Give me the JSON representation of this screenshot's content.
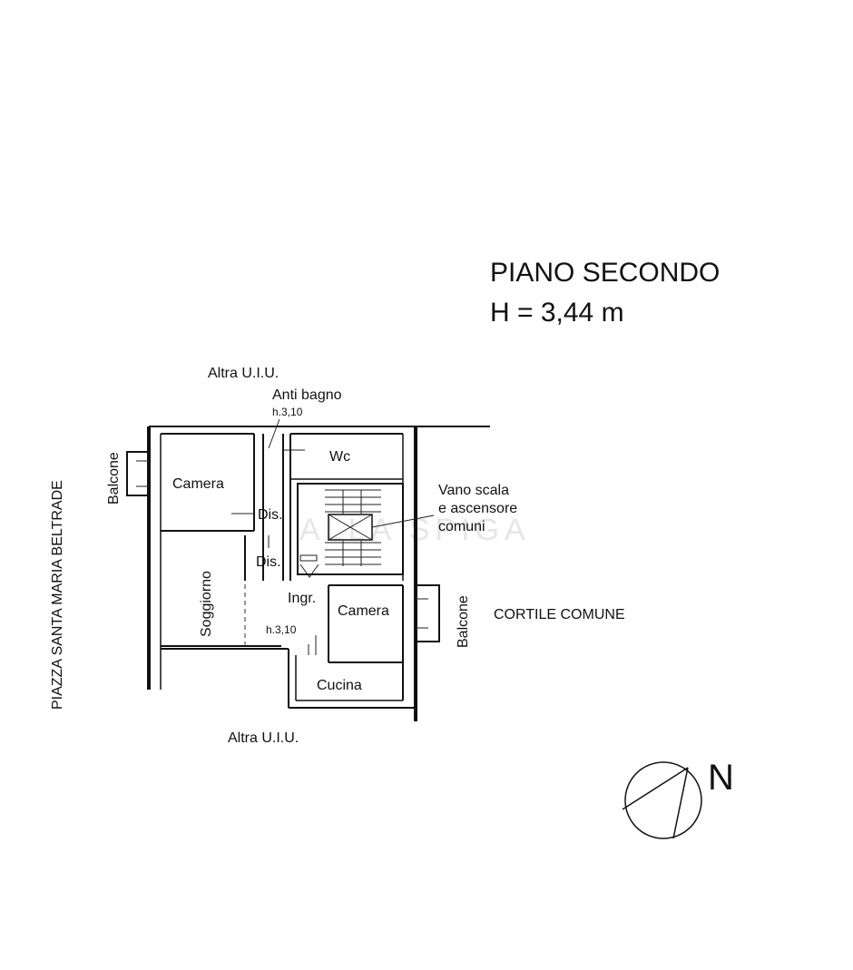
{
  "title": {
    "floor": "PIANO SECONDO",
    "height": "H = 3,44 m"
  },
  "surroundings": {
    "top": "Altra U.I.U.",
    "bottom": "Altra U.I.U.",
    "street": "PIAZZA SANTA MARIA BELTRADE",
    "courtyard": "CORTILE COMUNE"
  },
  "rooms": {
    "anti_bagno": "Anti bagno",
    "anti_bagno_height": "h.3,10",
    "wc": "Wc",
    "camera_1": "Camera",
    "dis_1": "Dis.",
    "dis_2": "Dis.",
    "soggiorno": "Soggiorno",
    "ingresso": "Ingr.",
    "camera_2": "Camera",
    "height_note": "h.3,10",
    "cucina": "Cucina",
    "balcone_west": "Balcone",
    "balcone_east": "Balcone"
  },
  "stairwell": {
    "line1": "Vano scala",
    "line2": "e ascensore",
    "line3": "comuni"
  },
  "compass": {
    "label": "N"
  },
  "watermark": "ALLA SPIGA"
}
